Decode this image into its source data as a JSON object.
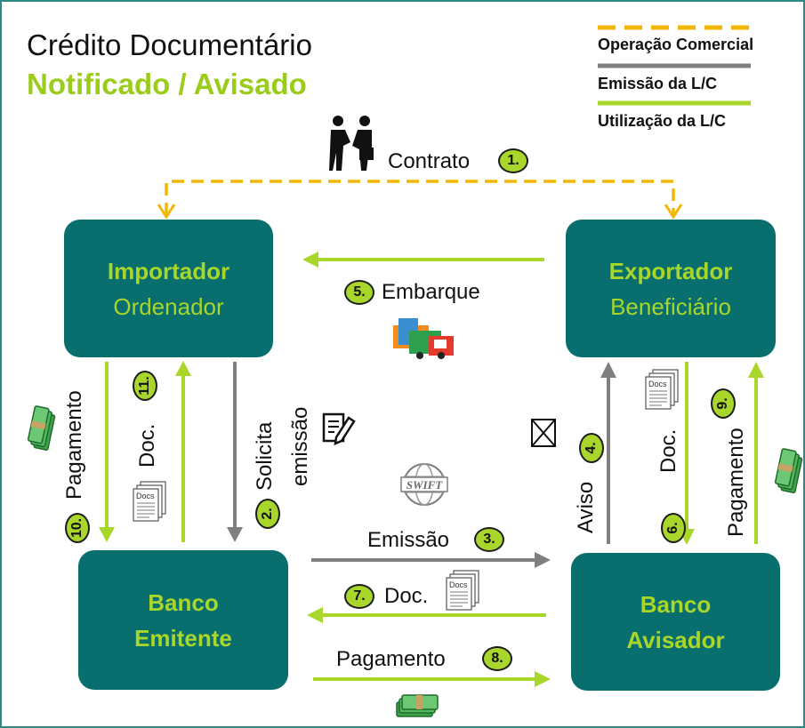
{
  "title": "Crédito Documentário",
  "subtitle": "Notificado / Avisado",
  "legend": {
    "items": [
      {
        "label": "Operação Comercial",
        "color": "#f2b705",
        "style": "dashed"
      },
      {
        "label": "Emissão da L/C",
        "color": "#7f7f7f",
        "style": "solid"
      },
      {
        "label": "Utilização da L/C",
        "color": "#a8d62a",
        "style": "solid"
      }
    ]
  },
  "boxes": {
    "importador": {
      "line1": "Importador",
      "line2": "Ordenador"
    },
    "exportador": {
      "line1": "Exportador",
      "line2": "Beneficiário"
    },
    "banco_emitente": {
      "line1": "Banco",
      "line2": "Emitente"
    },
    "banco_avisador": {
      "line1": "Banco",
      "line2": "Avisador"
    }
  },
  "steps": {
    "s1": {
      "num": "1.",
      "label": "Contrato"
    },
    "s2": {
      "num": "2.",
      "label_line1": "Solicita",
      "label_line2": "emissão"
    },
    "s3": {
      "num": "3.",
      "label": "Emissão"
    },
    "s4": {
      "num": "4.",
      "label": "Aviso"
    },
    "s5": {
      "num": "5.",
      "label": "Embarque"
    },
    "s6": {
      "num": "6.",
      "label": "Doc."
    },
    "s7": {
      "num": "7.",
      "label": "Doc."
    },
    "s8": {
      "num": "8.",
      "label": "Pagamento"
    },
    "s9": {
      "num": "9.",
      "label": "Pagamento"
    },
    "s10": {
      "num": "10.",
      "label": "Pagamento"
    },
    "s11": {
      "num": "11.",
      "label": "Doc."
    }
  },
  "icons": {
    "docs_label": "Docs",
    "swift_label": "SWIFT",
    "handshake": "handshake-icon",
    "money": "money-bundle-icon",
    "shipping": "shipping-icon",
    "form": "form-edit-icon",
    "envelope": "envelope-icon"
  },
  "colors": {
    "box": "#086e6e",
    "box_text": "#a8d62a",
    "yellow": "#f2b705",
    "gray": "#7f7f7f",
    "green": "#a8d62a",
    "subtitle": "#9ccc1a"
  }
}
